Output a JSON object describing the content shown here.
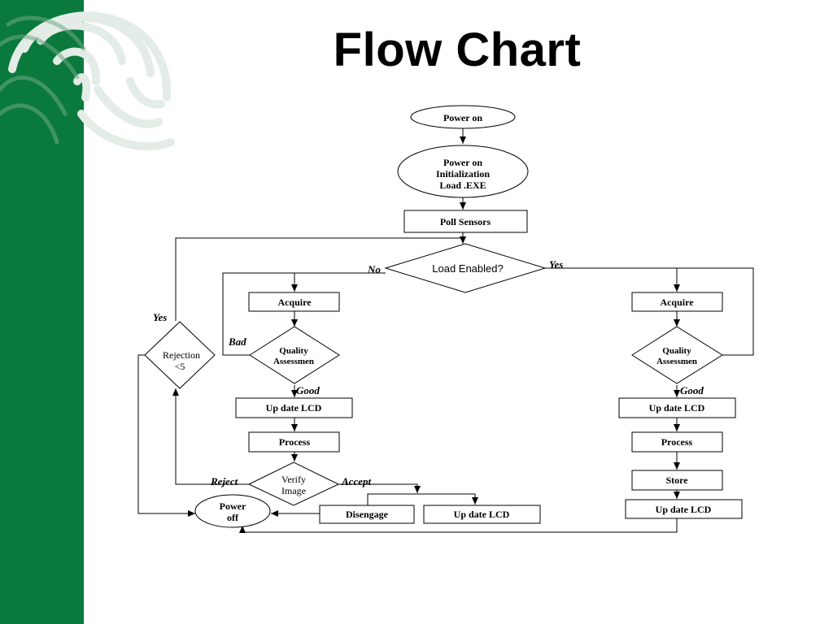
{
  "slide": {
    "title": "Flow Chart"
  },
  "colors": {
    "sidebar": "#0a7a3c",
    "ink": "#000000",
    "background": "#ffffff"
  },
  "nodes": {
    "power_on": "Power on",
    "init": [
      "Power on",
      "Initialization",
      "Load .EXE"
    ],
    "poll_sensors": "Poll Sensors",
    "load_enabled": "Load Enabled?",
    "acquire_left": "Acquire",
    "quality_left": [
      "Quality",
      "Assessmen"
    ],
    "update_lcd_left": "Up date LCD",
    "process_left": "Process",
    "verify_image": [
      "Verify",
      "Image"
    ],
    "rejection": [
      "Rejection",
      "<5"
    ],
    "power_off": [
      "Power",
      "off"
    ],
    "disengage": "Disengage",
    "update_lcd_bottom": "Up date LCD",
    "acquire_right": "Acquire",
    "quality_right": [
      "Quality",
      "Assessmen"
    ],
    "update_lcd_right": "Up date LCD",
    "process_right": "Process",
    "store": "Store",
    "update_lcd_right_2": "Up date LCD"
  },
  "edge_labels": {
    "no": "No",
    "yes_right": "Yes",
    "yes_left": "Yes",
    "bad": "Bad",
    "good_left": "Good",
    "good_right": "Good",
    "reject": "Reject",
    "accept": "Accept"
  }
}
